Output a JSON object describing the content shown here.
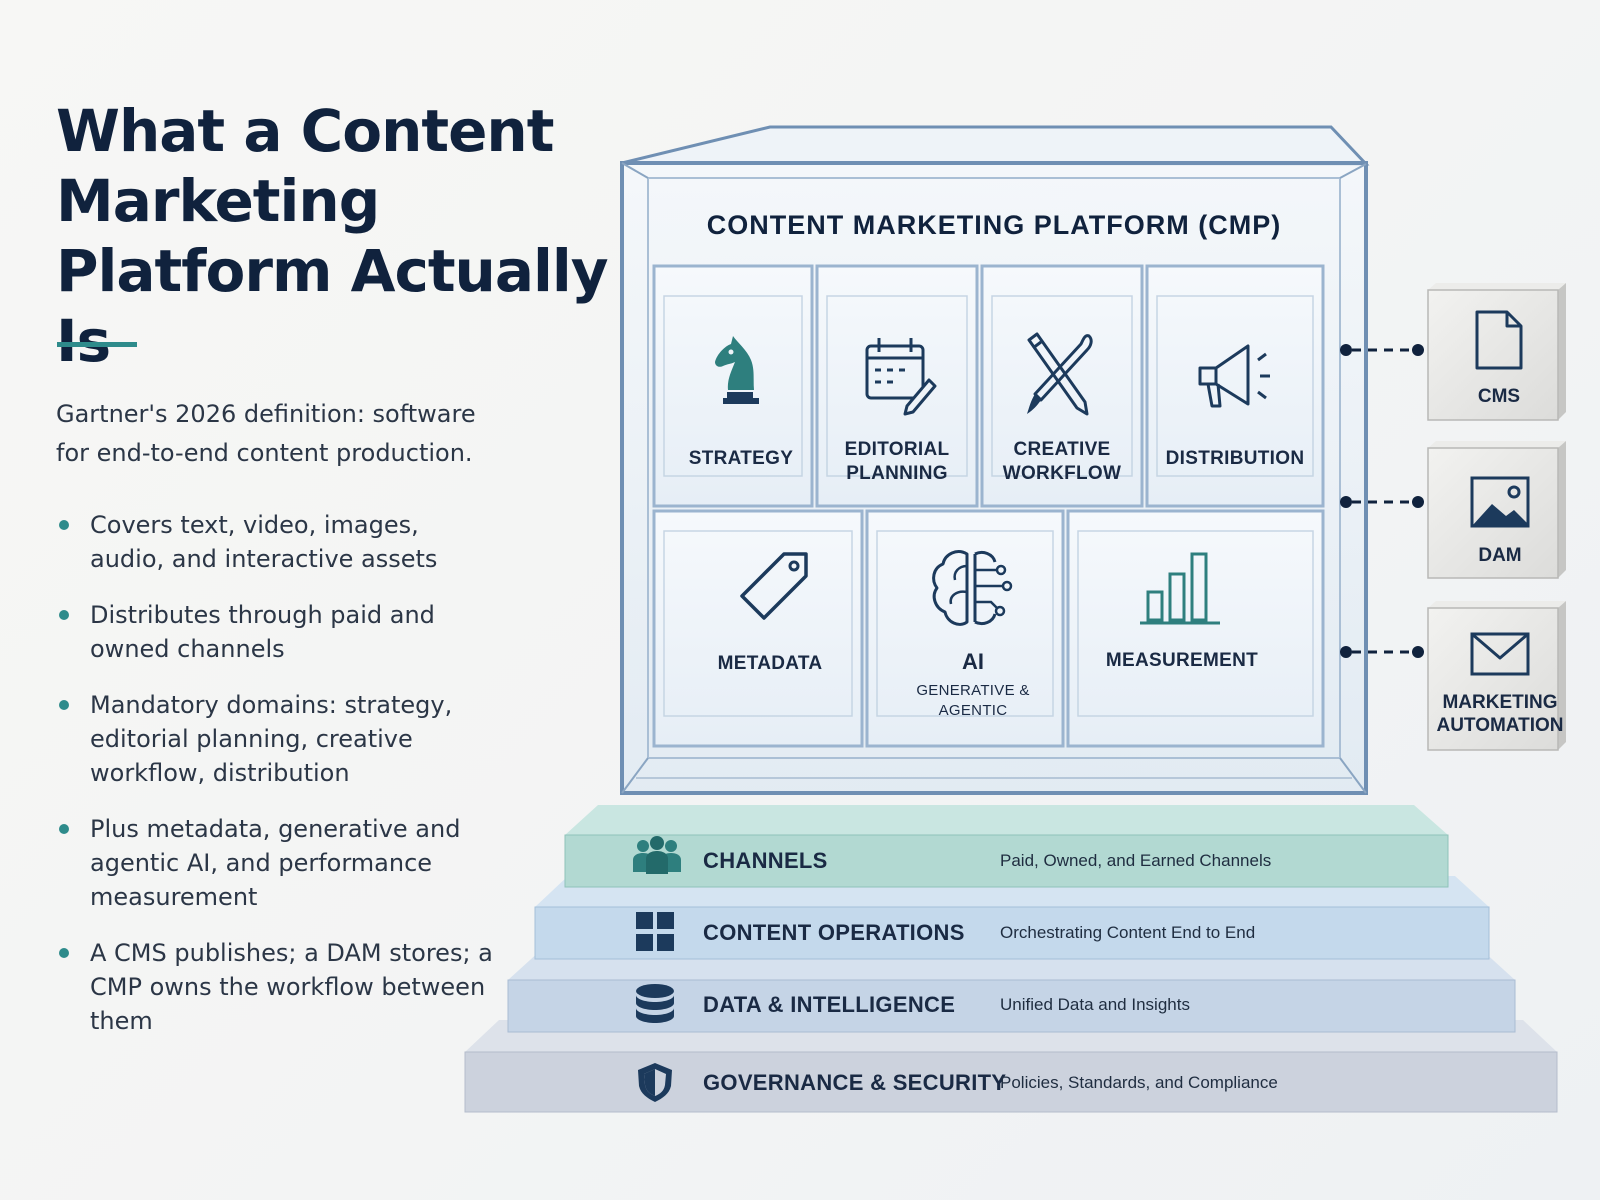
{
  "title": "What a Content Marketing Platform Actually Is",
  "subtitle": "Gartner's 2026 definition: software for end-to-end content production.",
  "bullets": [
    "Covers text, video, images, audio, and interactive assets",
    "Distributes through paid and owned channels",
    "Mandatory domains: strategy, editorial planning, creative workflow, distribution",
    "Plus metadata, generative and agentic AI, and performance measurement",
    "A CMS publishes; a DAM stores; a CMP owns the workflow between them"
  ],
  "platform": {
    "label": "CONTENT MARKETING PLATFORM (CMP)",
    "modules": [
      {
        "icon": "chess-knight-icon",
        "line1": "STRATEGY",
        "line2": ""
      },
      {
        "icon": "calendar-pencil-icon",
        "line1": "EDITORIAL",
        "line2": "PLANNING"
      },
      {
        "icon": "pencil-brush-icon",
        "line1": "CREATIVE",
        "line2": "WORKFLOW"
      },
      {
        "icon": "megaphone-icon",
        "line1": "DISTRIBUTION",
        "line2": ""
      },
      {
        "icon": "tag-icon",
        "line1": "METADATA",
        "line2": ""
      },
      {
        "icon": "brain-circuit-icon",
        "line1": "AI",
        "line2": "GENERATIVE &",
        "line3": "AGENTIC"
      },
      {
        "icon": "bar-chart-icon",
        "line1": "MEASUREMENT",
        "line2": ""
      }
    ]
  },
  "integrations": [
    {
      "icon": "document-icon",
      "line1": "CMS",
      "line2": ""
    },
    {
      "icon": "image-icon",
      "line1": "DAM",
      "line2": ""
    },
    {
      "icon": "envelope-icon",
      "line1": "MARKETING",
      "line2": "AUTOMATION"
    }
  ],
  "layers": [
    {
      "icon": "people-icon",
      "name": "CHANNELS",
      "desc": "Paid, Owned, and Earned Channels",
      "color": "#b2d9d2"
    },
    {
      "icon": "grid-icon",
      "name": "CONTENT OPERATIONS",
      "desc": "Orchestrating Content End to End",
      "color": "#c4d9ec"
    },
    {
      "icon": "database-icon",
      "name": "DATA & INTELLIGENCE",
      "desc": "Unified Data and Insights",
      "color": "#c5d4e6"
    },
    {
      "icon": "shield-icon",
      "name": "GOVERNANCE & SECURITY",
      "desc": "Policies, Standards, and Compliance",
      "color": "#ccd2dd"
    }
  ],
  "colors": {
    "navy": "#10223d",
    "teal": "#2e8b8b",
    "icon": "#1c3a5c"
  }
}
